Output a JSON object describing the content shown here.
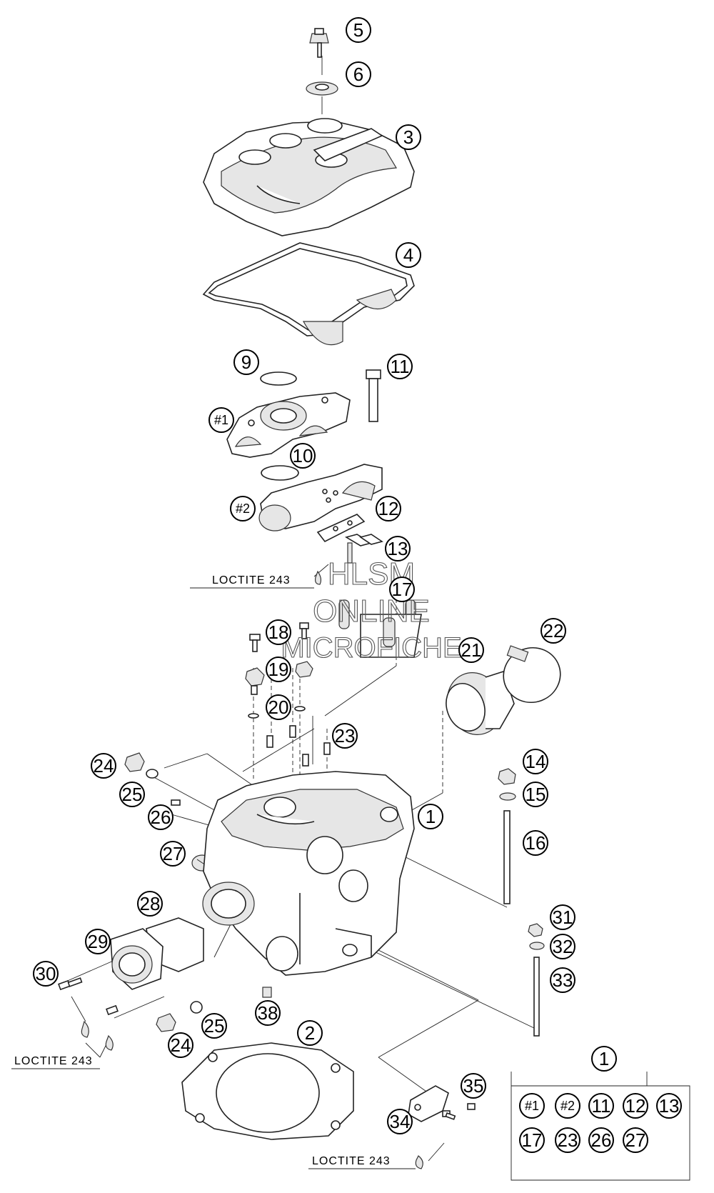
{
  "callouts": {
    "c1": "1",
    "c2": "2",
    "c3": "3",
    "c4": "4",
    "c5": "5",
    "c6": "6",
    "c9": "9",
    "c10": "10",
    "c11": "11",
    "c12": "12",
    "c13": "13",
    "c14": "14",
    "c15": "15",
    "c16": "16",
    "c17": "17",
    "c18": "18",
    "c19": "19",
    "c20": "20",
    "c21": "21",
    "c22": "22",
    "c23": "23",
    "c24a": "24",
    "c24b": "24",
    "c25a": "25",
    "c25b": "25",
    "c26": "26",
    "c27": "27",
    "c28": "28",
    "c29": "29",
    "c30": "30",
    "c31": "31",
    "c32": "32",
    "c33": "33",
    "c34": "34",
    "c35": "35",
    "c38": "38",
    "h1": "#1",
    "h2": "#2"
  },
  "loctite": {
    "top": "LOCTITE 243",
    "left": "LOCTITE 243",
    "bottom": "LOCTITE 243"
  },
  "kit": {
    "header": "1",
    "row1": [
      "#1",
      "#2",
      "11",
      "12",
      "13"
    ],
    "row2": [
      "17",
      "23",
      "26",
      "27"
    ]
  },
  "watermark": {
    "line1": "HLSM",
    "line2": "ONLINE",
    "line3": "MICROFICHE"
  }
}
